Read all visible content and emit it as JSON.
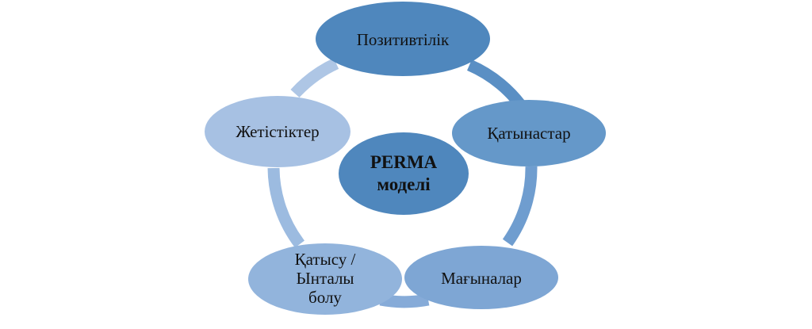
{
  "center": {
    "line1": "PERMA",
    "line2": "моделі"
  },
  "nodes": [
    {
      "label": "Позитивтілік",
      "color": "#4f87bd"
    },
    {
      "label": "Қатынастар",
      "color": "#6598c9"
    },
    {
      "label": "Мағыналар",
      "color": "#7ea6d4"
    },
    {
      "label_line1": "Қатысу /",
      "label_line2": "Ынталы",
      "label_line3": "болу",
      "color": "#92b4dc"
    },
    {
      "label": "Жетістіктер",
      "color": "#a7c1e3"
    }
  ],
  "colors": {
    "center": "#4f87bd",
    "ring": "#7ea6d4"
  }
}
